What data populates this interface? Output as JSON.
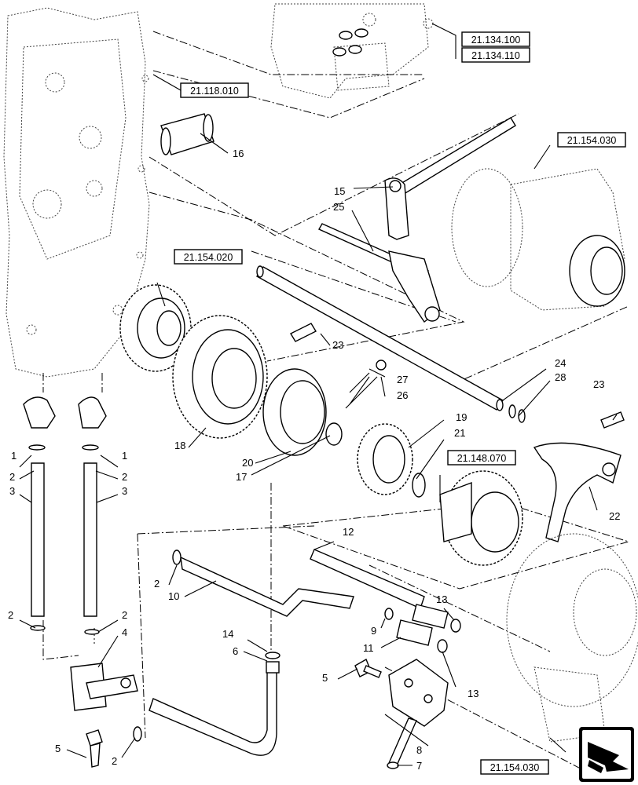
{
  "references": [
    {
      "id": "ref-21-134-100",
      "text": "21.134.100"
    },
    {
      "id": "ref-21-134-110",
      "text": "21.134.110"
    },
    {
      "id": "ref-21-118-010",
      "text": "21.118.010"
    },
    {
      "id": "ref-21-154-030-top",
      "text": "21.154.030"
    },
    {
      "id": "ref-21-154-020",
      "text": "21.154.020"
    },
    {
      "id": "ref-21-148-070",
      "text": "21.148.070"
    },
    {
      "id": "ref-21-154-030-bottom",
      "text": "21.154.030"
    }
  ],
  "callouts": [
    "1",
    "1",
    "2",
    "2",
    "2",
    "2",
    "2",
    "2",
    "2",
    "3",
    "3",
    "4",
    "5",
    "5",
    "6",
    "7",
    "8",
    "9",
    "10",
    "11",
    "12",
    "13",
    "13",
    "14",
    "15",
    "16",
    "17",
    "18",
    "19",
    "20",
    "21",
    "22",
    "23",
    "23",
    "24",
    "25",
    "26",
    "27",
    "28"
  ],
  "nav_icon": "next-page-arrow-icon"
}
